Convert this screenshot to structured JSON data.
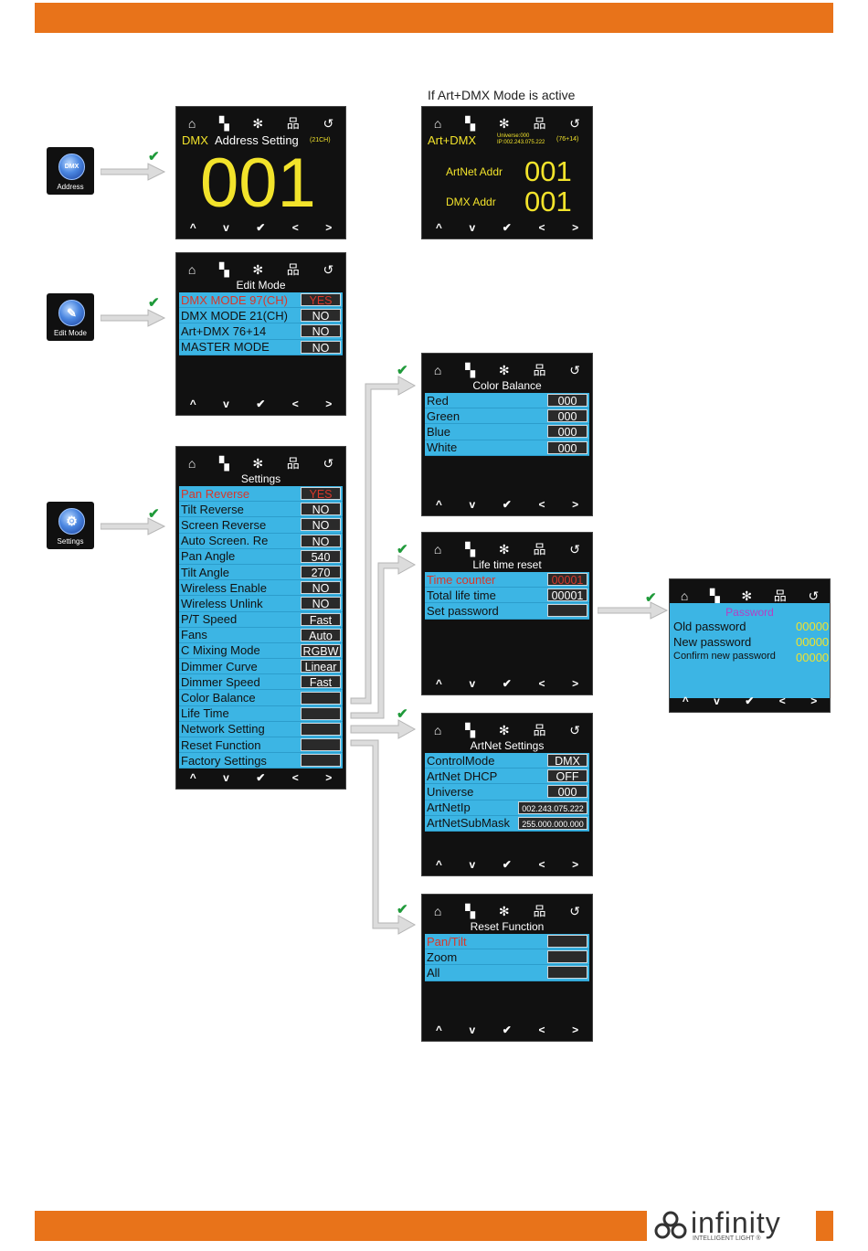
{
  "colors": {
    "accent": "#e8731a",
    "menu_bg": "#3cb5e4",
    "yellow": "#f2e32b",
    "check": "#1f9a3a"
  },
  "caption_art": "If Art+DMX Mode is active",
  "icons": [
    "home-icon",
    "layers-icon",
    "asterisk-icon",
    "network-icon",
    "back-icon"
  ],
  "nav": [
    "^",
    "v",
    "✔",
    "<",
    ">"
  ],
  "launchers": {
    "address": {
      "ball": "DMX",
      "label": "Address"
    },
    "edit": {
      "label": "Edit Mode"
    },
    "settings": {
      "label": "Settings"
    }
  },
  "address_screen": {
    "tag": "DMX",
    "title": "Address Setting",
    "channels": "(21CH)",
    "value": "001"
  },
  "artdmx_screen": {
    "tag": "Art+DMX",
    "universe": "Universe:000",
    "ip": "IP:002.243.075.222",
    "channels": "(76+14)",
    "artnet_label": "ArtNet Addr",
    "artnet_value": "001",
    "dmx_label": "DMX Addr",
    "dmx_value": "001"
  },
  "edit_mode": {
    "title": "Edit Mode",
    "rows": [
      {
        "k": "DMX MODE 97(CH)",
        "v": "YES"
      },
      {
        "k": "DMX MODE 21(CH)",
        "v": "NO"
      },
      {
        "k": "Art+DMX     76+14",
        "v": "NO"
      },
      {
        "k": "MASTER MODE",
        "v": "NO"
      }
    ]
  },
  "settings": {
    "title": "Settings",
    "rows": [
      {
        "k": "Pan Reverse",
        "v": "YES"
      },
      {
        "k": "Tilt Reverse",
        "v": "NO"
      },
      {
        "k": "Screen Reverse",
        "v": "NO"
      },
      {
        "k": "Auto Screen. Re",
        "v": "NO"
      },
      {
        "k": "Pan Angle",
        "v": "540"
      },
      {
        "k": "Tilt Angle",
        "v": "270"
      },
      {
        "k": "Wireless Enable",
        "v": "NO"
      },
      {
        "k": "Wireless Unlink",
        "v": "NO"
      },
      {
        "k": "P/T Speed",
        "v": "Fast"
      },
      {
        "k": "Fans",
        "v": "Auto"
      },
      {
        "k": "C Mixing Mode",
        "v": "RGBW"
      },
      {
        "k": "Dimmer Curve",
        "v": "Linear"
      },
      {
        "k": "Dimmer Speed",
        "v": "Fast"
      },
      {
        "k": "Color Balance",
        "v": ""
      },
      {
        "k": "Life Time",
        "v": ""
      },
      {
        "k": "Network Setting",
        "v": ""
      },
      {
        "k": "Reset Function",
        "v": ""
      },
      {
        "k": "Factory Settings",
        "v": ""
      }
    ]
  },
  "color_balance": {
    "title": "Color Balance",
    "rows": [
      {
        "k": "Red",
        "v": "000"
      },
      {
        "k": "Green",
        "v": "000"
      },
      {
        "k": "Blue",
        "v": "000"
      },
      {
        "k": "White",
        "v": "000"
      }
    ]
  },
  "life_time": {
    "title": "Life time reset",
    "rows": [
      {
        "k": "Time counter",
        "v": "00001"
      },
      {
        "k": "Total life time",
        "v": "00001"
      },
      {
        "k": "Set password",
        "v": ""
      }
    ]
  },
  "artnet": {
    "title": "ArtNet Settings",
    "rows": [
      {
        "k": "ControlMode",
        "v": "DMX"
      },
      {
        "k": "ArtNet DHCP",
        "v": "OFF"
      },
      {
        "k": "Universe",
        "v": "000"
      },
      {
        "k": "ArtNetIp",
        "v": "002.243.075.222"
      },
      {
        "k": "ArtNetSubMask",
        "v": "255.000.000.000"
      }
    ]
  },
  "reset_function": {
    "title": "Reset Function",
    "rows": [
      {
        "k": "Pan/Tilt",
        "v": ""
      },
      {
        "k": "Zoom",
        "v": ""
      },
      {
        "k": "All",
        "v": ""
      }
    ]
  },
  "password": {
    "title": "Password",
    "rows": [
      {
        "k": "Old password",
        "v": "00000"
      },
      {
        "k": "New password",
        "v": "00000"
      },
      {
        "k": "Confirm new password",
        "v": "00000"
      }
    ]
  },
  "logo": {
    "brand": "infinity",
    "tagline": "INTELLIGENT LIGHT ®"
  }
}
